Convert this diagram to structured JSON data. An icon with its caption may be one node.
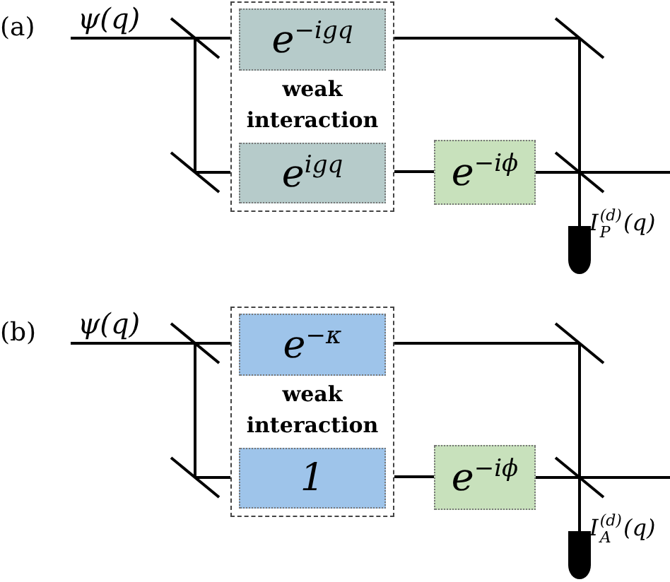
{
  "diagram": {
    "nodes": [
      {
        "text": [
          "weak interaction"
        ]
      },
      {
        "text": [
          "e$^{−igq}$"
        ],
        "in": 0
      },
      {
        "text": [
          "e$^{igq}$"
        ],
        "in": 0
      },
      {
        "text": [
          "e$^{−iϕ}$"
        ]
      },
      {
        "text": [],
        "shape": "mirror"
      },
      {
        "text": [],
        "shape": "mirror"
      },
      {
        "text": [],
        "shape": "mirror"
      },
      {
        "text": [],
        "shape": "mirror"
      },
      {
        "text": [],
        "shape": "detector",
        "beside": [
          "I$^{(d)}$$_{P}$(q)"
        ]
      },
      {
        "text": [
          "weak interaction"
        ]
      },
      {
        "text": [
          "e$^{−κ}$"
        ],
        "in": 9
      },
      {
        "text": [
          "1"
        ],
        "in": 9
      },
      {
        "text": [
          "e$^{−iϕ}$"
        ]
      },
      {
        "text": [],
        "shape": "mirror"
      },
      {
        "text": [],
        "shape": "mirror"
      },
      {
        "text": [],
        "shape": "mirror"
      },
      {
        "text": [],
        "shape": "mirror"
      },
      {
        "text": [],
        "shape": "detector",
        "beside": [
          "I$^{(d)}$$_{A}$(q)"
        ]
      }
    ],
    "edges": [
      {
        "from": null,
        "to": 4,
        "arrow": "none",
        "label": "ψ(q)"
      },
      {
        "from": 4,
        "to": 1,
        "arrow": "none"
      },
      {
        "from": 1,
        "to": 6,
        "arrow": "none"
      },
      {
        "from": 6,
        "to": 7,
        "arrow": "none"
      },
      {
        "from": 4,
        "to": 5,
        "arrow": "none"
      },
      {
        "from": 5,
        "to": 2,
        "arrow": "none"
      },
      {
        "from": 2,
        "to": 3,
        "arrow": "none"
      },
      {
        "from": 3,
        "to": 7,
        "arrow": "none"
      },
      {
        "from": 7,
        "to": null,
        "arrow": "none"
      },
      {
        "from": 7,
        "to": 8,
        "arrow": "none"
      },
      {
        "from": null,
        "to": 13,
        "arrow": "none",
        "label": "ψ(q)"
      },
      {
        "from": 13,
        "to": 10,
        "arrow": "none"
      },
      {
        "from": 10,
        "to": 15,
        "arrow": "none"
      },
      {
        "from": 15,
        "to": 16,
        "arrow": "none"
      },
      {
        "from": 13,
        "to": 14,
        "arrow": "none"
      },
      {
        "from": 14,
        "to": 11,
        "arrow": "none"
      },
      {
        "from": 11,
        "to": 12,
        "arrow": "none"
      },
      {
        "from": 12,
        "to": 16,
        "arrow": "none"
      },
      {
        "from": 16,
        "to": null,
        "arrow": "none"
      },
      {
        "from": 16,
        "to": 17,
        "arrow": "none"
      }
    ],
    "labels": [
      "(a)",
      "(b)"
    ]
  }
}
